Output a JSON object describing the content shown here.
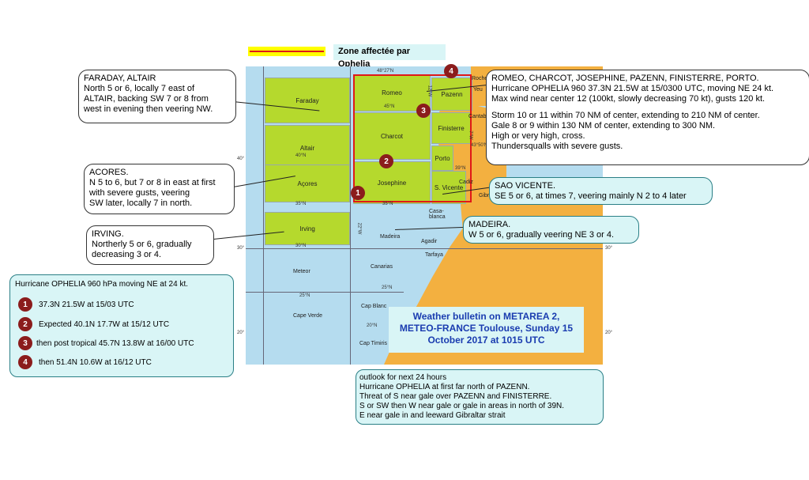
{
  "legend": {
    "label": "Zone affectée par Ophelia",
    "line_color": "#e01818",
    "fill_color": "#ffff00"
  },
  "map": {
    "zones": [
      {
        "name": "Faraday"
      },
      {
        "name": "Altair"
      },
      {
        "name": "Açores"
      },
      {
        "name": "Irving"
      },
      {
        "name": "Romeo"
      },
      {
        "name": "Charcot"
      },
      {
        "name": "Josephine"
      },
      {
        "name": "Pazenn"
      },
      {
        "name": "Finisterre"
      },
      {
        "name": "Porto"
      },
      {
        "name": "S. Vicente"
      },
      {
        "name": "Madeira"
      },
      {
        "name": "Meteor"
      },
      {
        "name": "Canarias"
      },
      {
        "name": "Cape Verde"
      },
      {
        "name": "Cap Blanc"
      },
      {
        "name": "Cap Timiris"
      },
      {
        "name": "Agadir"
      },
      {
        "name": "Tarfaya"
      },
      {
        "name": "Casa-blanca"
      },
      {
        "name": "Cadiz"
      },
      {
        "name": "Gibr"
      },
      {
        "name": "Cantab"
      },
      {
        "name": "Yeu"
      },
      {
        "name": "Rochebonne"
      }
    ],
    "lat_labels": [
      "48°27'N",
      "45°N",
      "40°N",
      "35°N",
      "30°N",
      "25°N",
      "20°N",
      "43°50'N",
      "39°N"
    ],
    "lon_labels": [
      "12°W",
      "22°W",
      "7°W"
    ],
    "edge_ticks": [
      "40°",
      "30°",
      "20°"
    ]
  },
  "callouts": {
    "faraday": {
      "l1": "FARADAY, ALTAIR",
      "l2": "North 5 or 6, locally 7 east of",
      "l3": "ALTAIR, backing SW 7 or 8 from",
      "l4": "west in evening then veering NW."
    },
    "acores": {
      "l1": "ACORES.",
      "l2": "N 5 to 6, but 7 or 8 in east at first",
      "l3": "with severe gusts, veering",
      "l4": "SW later, locally 7 in north."
    },
    "irving": {
      "l1": "IRVING.",
      "l2": "Northerly 5 or 6, gradually",
      "l3": "decreasing 3 or 4."
    },
    "romeo": {
      "l1": "ROMEO, CHARCOT, JOSEPHINE, PAZENN, FINISTERRE, PORTO.",
      "l2": "Hurricane OPHELIA 960 37.3N 21.5W at 15/0300 UTC, moving NE 24 kt.",
      "l3": "Max wind near center 12 (100kt, slowly decreasing 70 kt), gusts 120 kt.",
      "l4": "Storm 10 or 11 within 70 NM of center, extending to 210 NM of center.",
      "l5": "Gale 8 or 9 within 130 NM of center, extending to 300 NM.",
      "l6": "High or very high, cross.",
      "l7": "Thundersqualls with severe gusts."
    },
    "sao": {
      "l1": "SAO VICENTE.",
      "l2": "SE 5 or 6, at times 7, veering mainly N 2 to 4 later"
    },
    "madeira": {
      "l1": "MADEIRA.",
      "l2": "W 5 or 6, gradually veering NE 3 or 4."
    }
  },
  "track": {
    "title": "Hurricane OPHELIA 960 hPa moving NE at 24 kt.",
    "points": [
      {
        "n": "1",
        "text": "37.3N  21.5W at 15/03 UTC"
      },
      {
        "n": "2",
        "text": "Expected 40.1N  17.7W at 15/12 UTC"
      },
      {
        "n": "3",
        "text": "then post tropical 45.7N 13.8W at 16/00 UTC"
      },
      {
        "n": "4",
        "text": "then 51.4N  10.6W at 16/12 UTC"
      }
    ]
  },
  "bulletin": {
    "l1": "Weather bulletin on METAREA 2,",
    "l2": "METEO-FRANCE Toulouse, Sunday 15",
    "l3": "October 2017 at 1015 UTC",
    "color": "#1a3cb0"
  },
  "outlook": {
    "l1": "outlook for next 24 hours",
    "l2": "Hurricane OPHELIA at first far north of PAZENN.",
    "l3": "Threat of S near gale over PAZENN and FINISTERRE.",
    "l4": "S or SW then W near gale or gale in areas in north of 39N.",
    "l5": "E near gale in and leeward Gibraltar strait"
  }
}
